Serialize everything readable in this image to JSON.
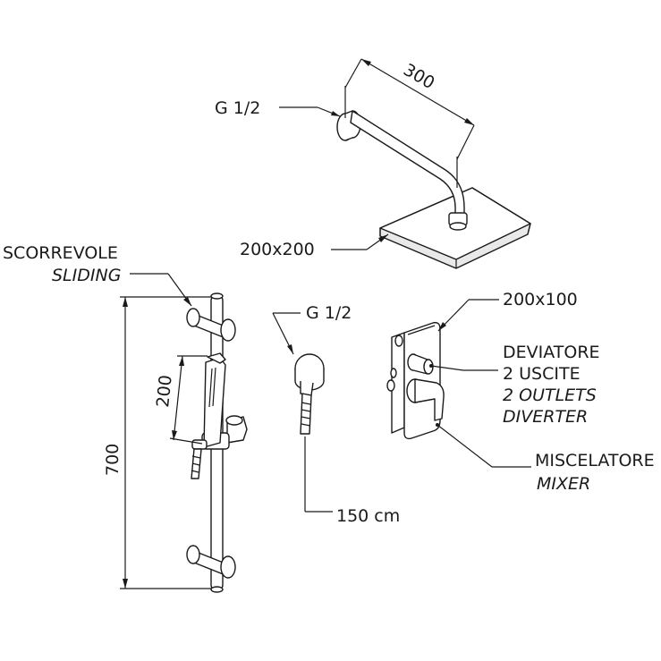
{
  "labels": {
    "head_arm_length": "300",
    "head_arm_thread": "G 1/2",
    "head_size": "200x200",
    "sliding_it": "SCORREVOLE",
    "sliding_en": "SLIDING",
    "rail_height": "700",
    "handset_length": "200",
    "outlet_thread": "G 1/2",
    "hose_length": "150 cm",
    "plate_size": "200x100",
    "diverter_it_1": "DEVIATORE",
    "diverter_it_2": "2 USCITE",
    "diverter_en_1": "2 OUTLETS",
    "diverter_en_2": "DIVERTER",
    "mixer_it": "MISCELATORE",
    "mixer_en": "MIXER"
  }
}
